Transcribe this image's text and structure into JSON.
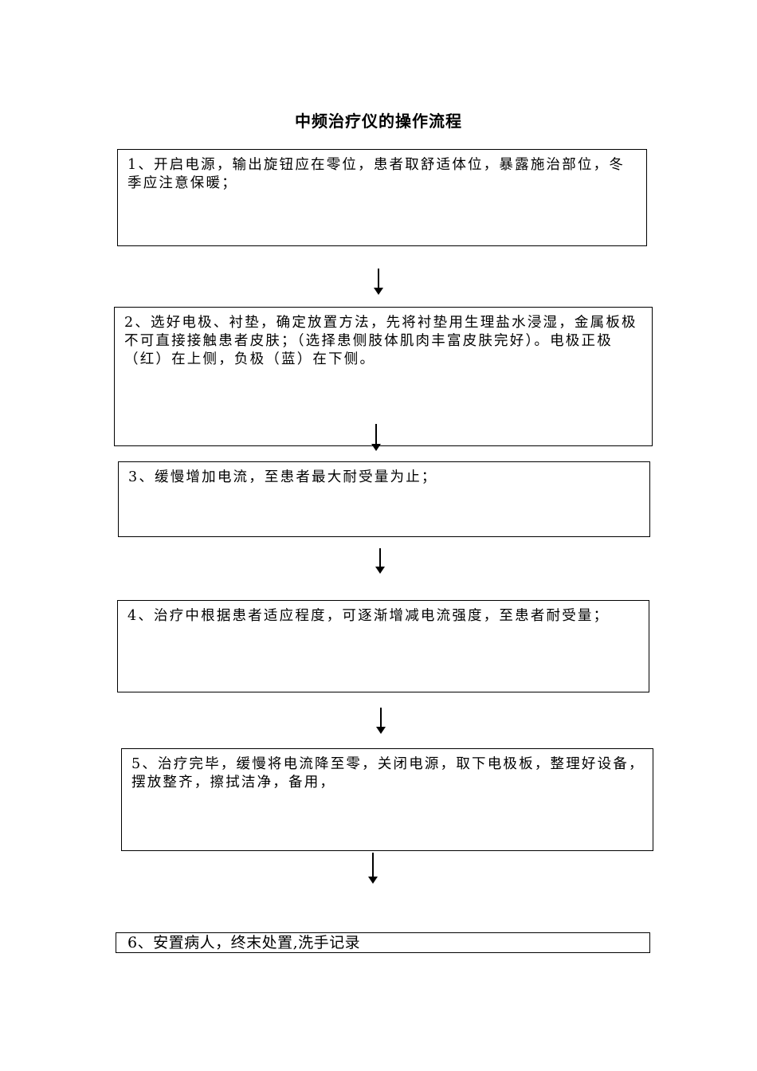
{
  "title": "中频治疗仪的操作流程",
  "steps": [
    "1、开启电源，输出旋钮应在零位，患者取舒适体位，暴露施治部位，冬季应注意保暖；",
    "2、选好电极、衬垫，确定放置方法，先将衬垫用生理盐水浸湿，金属板极不可直接接触患者皮肤；（选择患侧肢体肌肉丰富皮肤完好）。电极正极（红）在上侧，负极（蓝）在下侧。",
    "3、缓慢增加电流，至患者最大耐受量为止；",
    "4、治疗中根据患者适应程度，可逐渐增减电流强度，至患者耐受量；",
    "5、治疗完毕，缓慢将电流降至零，关闭电源，取下电极板，整理好设备，摆放整齐，擦拭洁净，备用，",
    "6、安置病人，终末处置,洗手记录"
  ]
}
